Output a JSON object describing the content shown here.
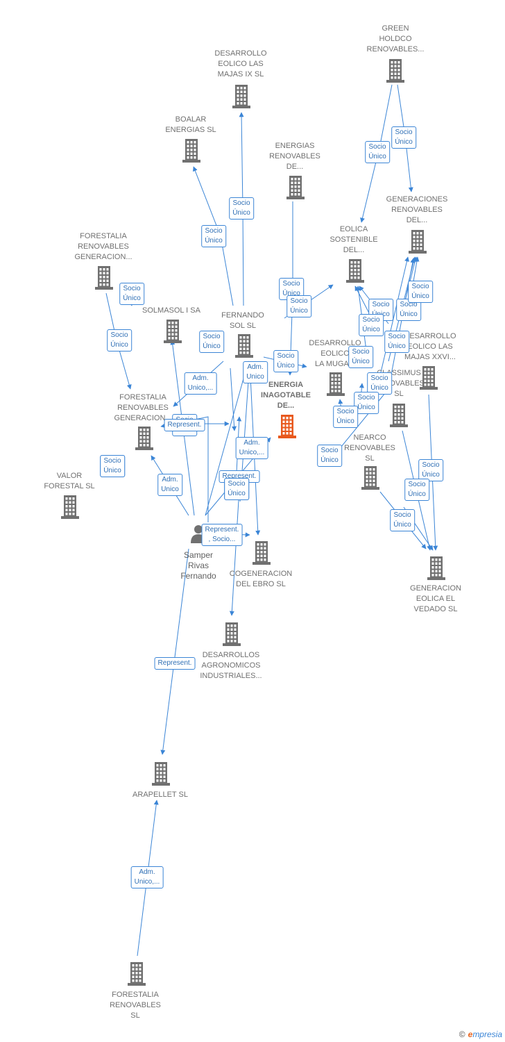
{
  "colors": {
    "node": "#707070",
    "main_node": "#e8591e",
    "edge": "#3b85d6"
  },
  "nodes": [
    {
      "id": "green",
      "label": [
        "GREEN",
        "HOLDCO",
        "RENOVABLES..."
      ],
      "icon": "building-icon"
    },
    {
      "id": "majas9",
      "label": [
        "DESARROLLO",
        "EOLICO LAS",
        "MAJAS IX  SL"
      ],
      "icon": "building-icon"
    },
    {
      "id": "boalar",
      "label": [
        "BOALAR",
        "ENERGIAS  SL"
      ],
      "icon": "building-icon"
    },
    {
      "id": "energias_de",
      "label": [
        "ENERGIAS",
        "RENOVABLES",
        "DE..."
      ],
      "icon": "building-icon"
    },
    {
      "id": "generaciones",
      "label": [
        "GENERACIONES",
        "RENOVABLES",
        "DEL..."
      ],
      "icon": "building-icon"
    },
    {
      "id": "eolica_sost",
      "label": [
        "EOLICA",
        "SOSTENIBLE",
        "DEL..."
      ],
      "icon": "building-icon"
    },
    {
      "id": "forestalia_gen1",
      "label": [
        "FORESTALIA",
        "RENOVABLES",
        "GENERACION..."
      ],
      "icon": "building-icon"
    },
    {
      "id": "solmasol",
      "label": [
        "SOLMASOL I SA"
      ],
      "icon": "building-icon"
    },
    {
      "id": "fernando_sol",
      "label": [
        "FERNANDO",
        "SOL SL"
      ],
      "icon": "building-icon"
    },
    {
      "id": "majas_xxvi",
      "label": [
        "DESARROLLO",
        "EOLICO LAS",
        "MAJAS XXVI..."
      ],
      "icon": "building-icon"
    },
    {
      "id": "la_muga",
      "label": [
        "DESARROLLO",
        "EOLICO",
        "LA MUGA..."
      ],
      "icon": "building-icon"
    },
    {
      "id": "energia_inagotable",
      "label": [
        "ENERGIA",
        "INAGOTABLE",
        "DE..."
      ],
      "icon": "building-icon",
      "main": true
    },
    {
      "id": "classimus",
      "label": [
        "CLASSIMUS",
        "RENOVABLES",
        "SL"
      ],
      "icon": "building-icon"
    },
    {
      "id": "forestalia_gen2",
      "label": [
        "FORESTALIA",
        "RENOVABLES",
        "GENERACION..."
      ],
      "icon": "building-icon"
    },
    {
      "id": "nearco",
      "label": [
        "NEARCO",
        "RENOVABLES",
        "SL"
      ],
      "icon": "building-icon"
    },
    {
      "id": "valor",
      "label": [
        "VALOR",
        "FORESTAL SL"
      ],
      "icon": "building-icon"
    },
    {
      "id": "cogeneracion",
      "label": [
        "COGENERACION",
        "DEL EBRO  SL"
      ],
      "icon": "building-icon"
    },
    {
      "id": "vedado",
      "label": [
        "GENERACION",
        "EOLICA EL",
        "VEDADO SL"
      ],
      "icon": "building-icon"
    },
    {
      "id": "agronomicos",
      "label": [
        "DESARROLLOS",
        "AGRONOMICOS",
        "INDUSTRIALES..."
      ],
      "icon": "building-icon"
    },
    {
      "id": "arapellet",
      "label": [
        "ARAPELLET  SL"
      ],
      "icon": "building-icon"
    },
    {
      "id": "forestalia_sl",
      "label": [
        "FORESTALIA",
        "RENOVABLES",
        "SL"
      ],
      "icon": "building-icon"
    }
  ],
  "person": {
    "label": [
      "Samper",
      "Rivas",
      "Fernando"
    ],
    "icon": "person-icon"
  },
  "edge_labels": [
    "Socio\nÚnico",
    "Socio\nÚnico",
    "Socio\nÚnico",
    "Socio\nÚnico",
    "Socio\nÚnico",
    "Socio\nÚnico",
    "Socio\nÚnico",
    "Socio\nÚnico",
    "Socio\nÚnico",
    "Socio\nÚnico",
    "Adm.\nUnico",
    "Adm.\nUnico,...",
    "Adm.\nUnico",
    "Represent.",
    "Socio\nÚnico",
    "Socio\nÚnico",
    "Socio\nÚnico",
    "Socio\nÚnico",
    "Socio\nÚnico",
    "Socio\nÚnico",
    "Socio\nÚnico",
    "Socio\nÚnico",
    "Socio\nÚnico",
    "Socio\nÚnico",
    "Socio\nÚnico",
    "Socio\nÚnico",
    "Socio\nÚnico",
    "Socio\nÚnico",
    "Socio\nÚnico",
    "Socio\nÚnico",
    "Adm.\nUnico,...",
    "Represent.",
    "Socio\nÚnico",
    "Represent.\n, Socio...",
    "Socio\nÚnico",
    "Represent.",
    "Adm.\nUnico,...",
    "Socio\nÚnico"
  ],
  "brand": {
    "copyright": "©",
    "initial": "e",
    "rest": "mpresia"
  }
}
